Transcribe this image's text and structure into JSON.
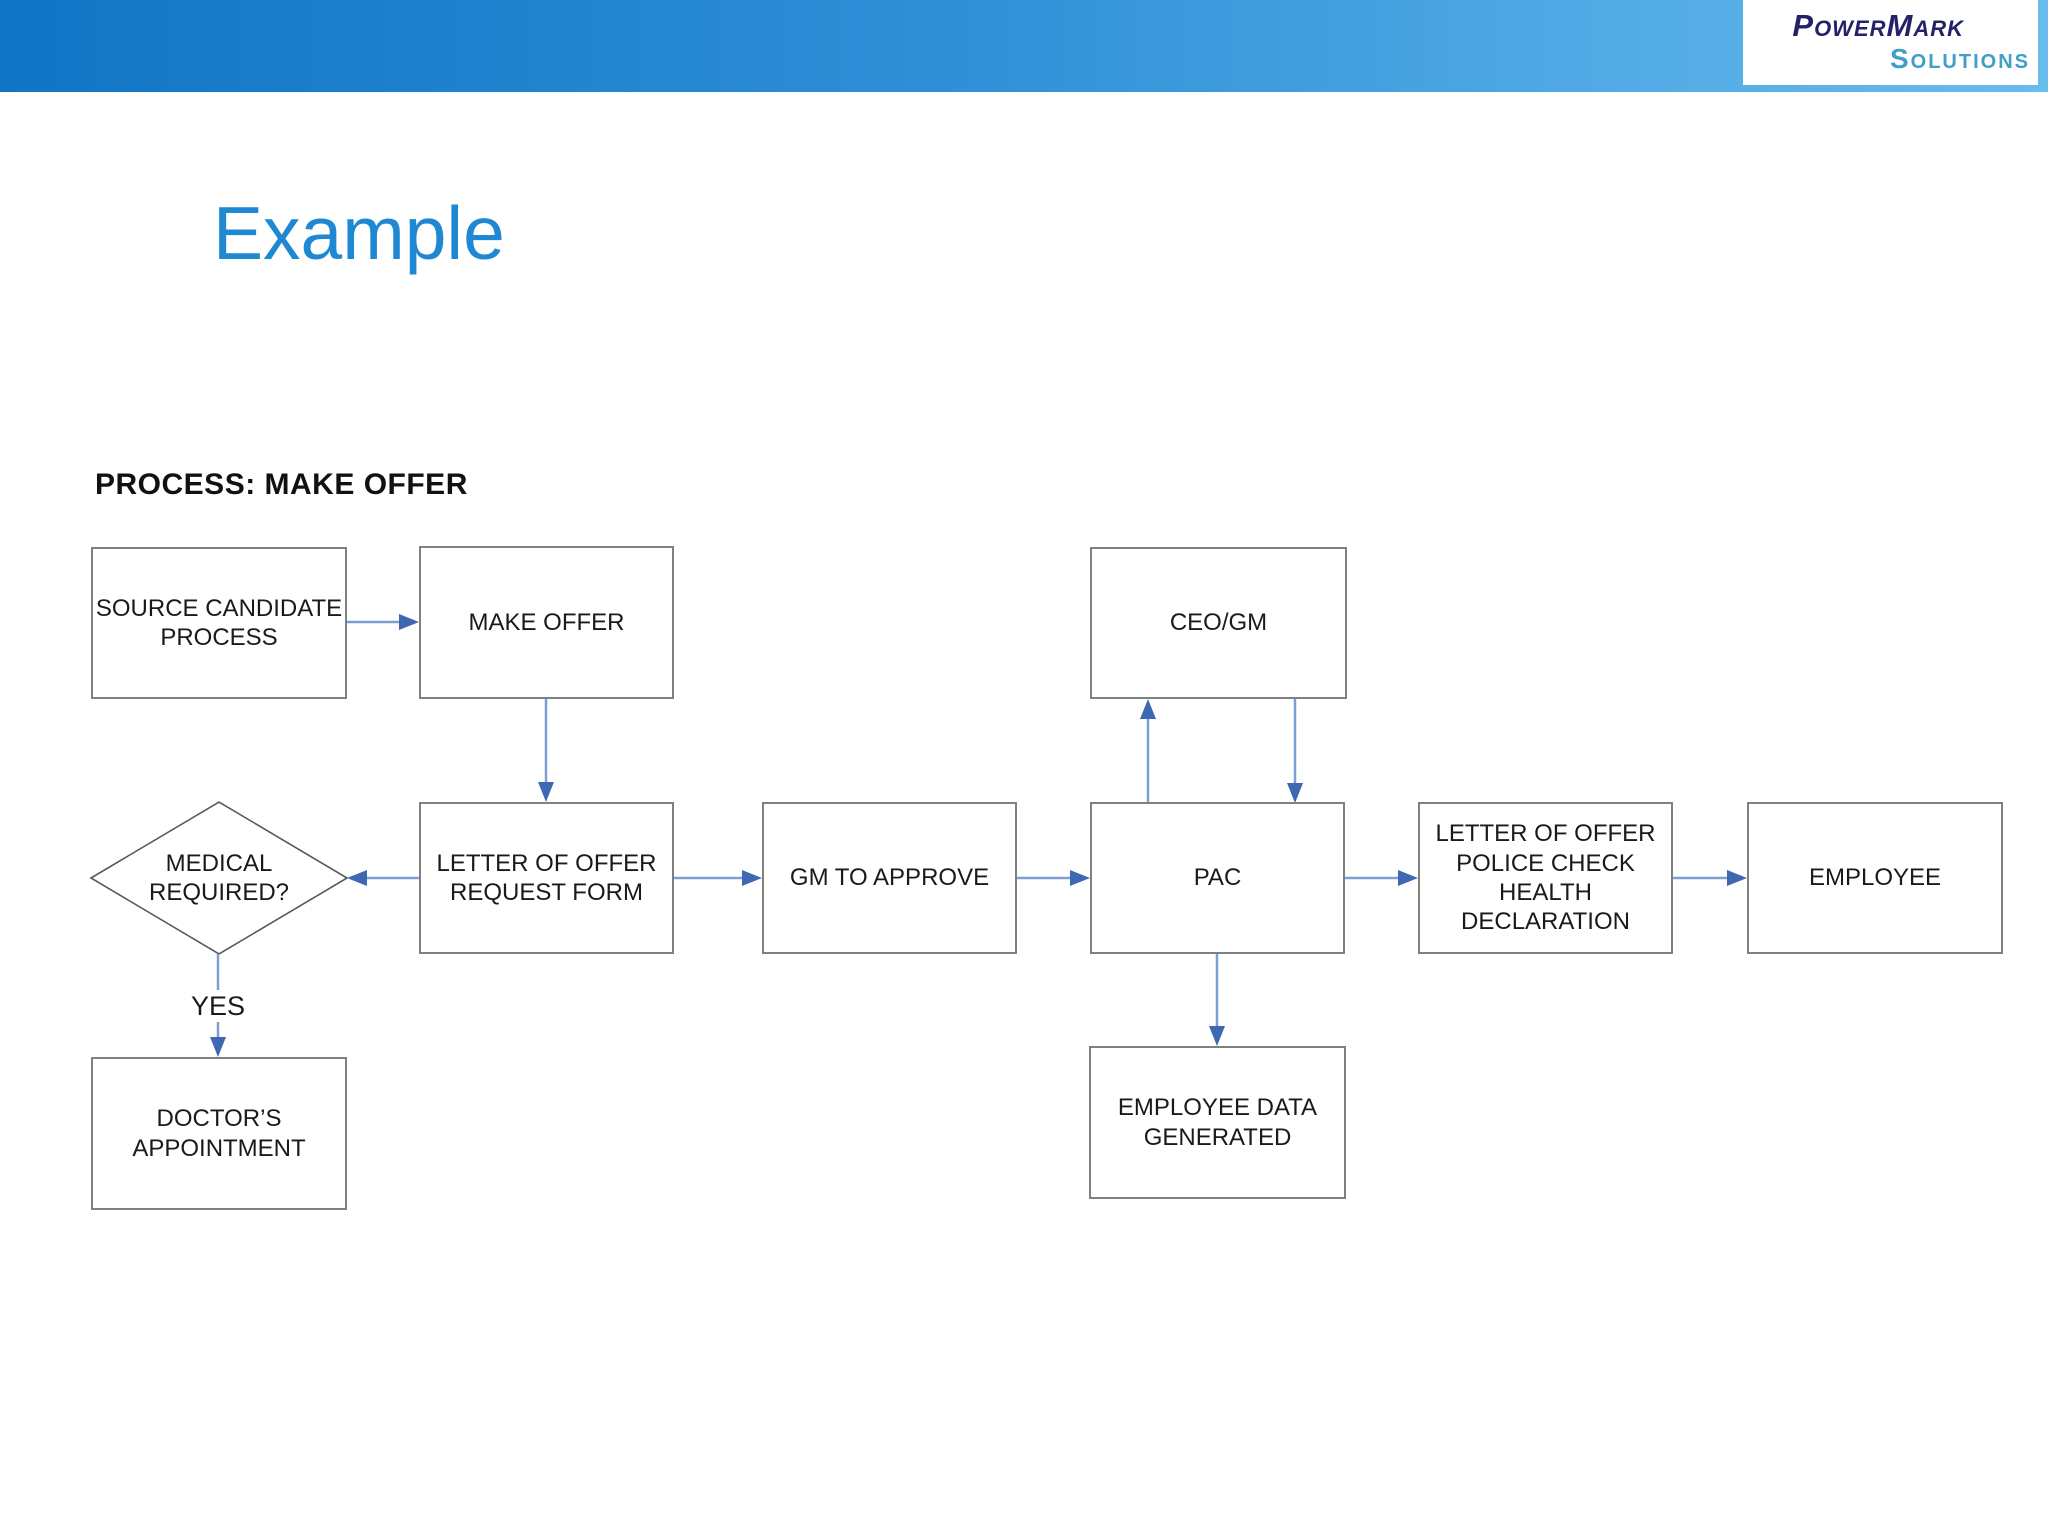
{
  "logo": {
    "line1": "PowerMark",
    "line2": "Solutions"
  },
  "slide": {
    "title": "Example",
    "process_heading": "PROCESS: MAKE OFFER"
  },
  "flowchart": {
    "nodes": {
      "source_candidate_process": {
        "label": "SOURCE CANDIDATE\nPROCESS",
        "shape": "rectangle"
      },
      "make_offer": {
        "label": "MAKE OFFER",
        "shape": "rectangle"
      },
      "ceo_gm": {
        "label": "CEO/GM",
        "shape": "rectangle"
      },
      "medical_required": {
        "label": "MEDICAL\nREQUIRED?",
        "shape": "diamond"
      },
      "letter_of_offer_request_form": {
        "label": "LETTER OF OFFER\nREQUEST FORM",
        "shape": "rectangle"
      },
      "gm_to_approve": {
        "label": "GM TO APPROVE",
        "shape": "rectangle"
      },
      "pac": {
        "label": "PAC",
        "shape": "rectangle"
      },
      "letter_of_offer_police_check": {
        "label": "LETTER OF OFFER\nPOLICE CHECK\nHEALTH\nDECLARATION",
        "shape": "rectangle"
      },
      "employee": {
        "label": "EMPLOYEE",
        "shape": "rectangle"
      },
      "doctors_appointment": {
        "label": "DOCTOR’S\nAPPOINTMENT",
        "shape": "rectangle"
      },
      "employee_data_generated": {
        "label": "EMPLOYEE DATA\nGENERATED",
        "shape": "rectangle"
      }
    },
    "edge_labels": {
      "medical_required_yes": "YES"
    },
    "edges": [
      "source_candidate_process -> make_offer",
      "make_offer -> letter_of_offer_request_form",
      "letter_of_offer_request_form -> medical_required",
      "medical_required -> doctors_appointment (YES)",
      "letter_of_offer_request_form -> gm_to_approve",
      "gm_to_approve -> pac",
      "pac -> ceo_gm",
      "ceo_gm -> pac",
      "pac -> letter_of_offer_police_check",
      "letter_of_offer_police_check -> employee",
      "pac -> employee_data_generated"
    ],
    "colors": {
      "connector_line": "#7e9fd4",
      "arrowhead": "#3e68b1",
      "box_border": "#808080",
      "diamond_border": "#595959"
    }
  },
  "colors": {
    "header_gradient_start": "#1075c5",
    "header_gradient_end": "#68bcee",
    "title": "#1e88d2",
    "logo_primary": "#232168",
    "logo_secondary": "#3f9fc8"
  }
}
